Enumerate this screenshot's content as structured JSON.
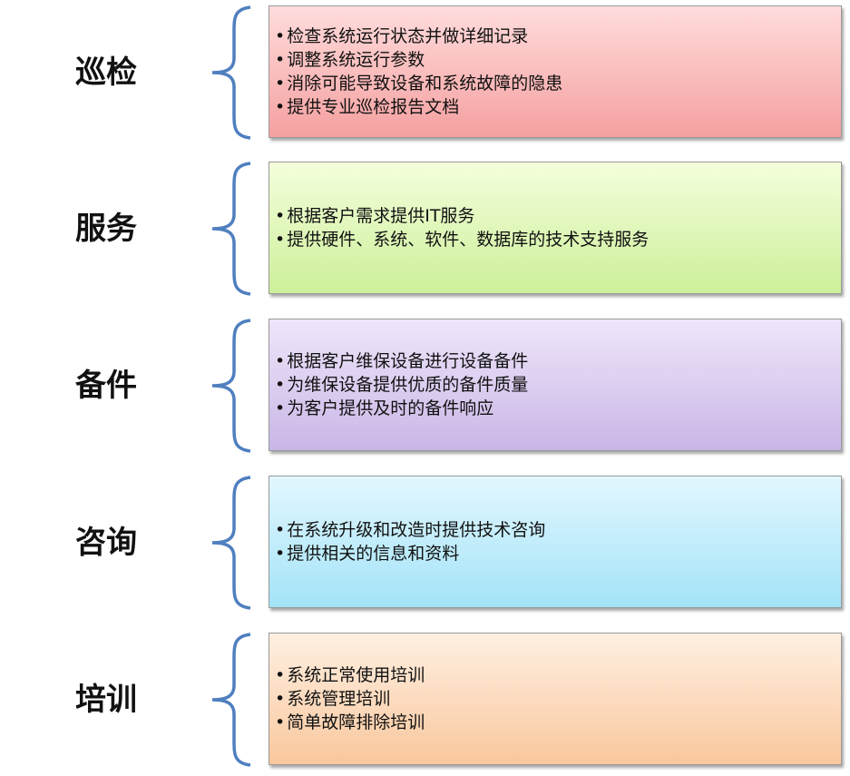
{
  "rows": [
    {
      "label": "巡检",
      "items": [
        "检查系统运行状态并做详细记录",
        "调整系统运行参数",
        "消除可能导致设备和系统故障的隐患",
        "提供专业巡检报告文档"
      ],
      "color_top": "#ffdcdc",
      "color_bottom": "#f5a0a0"
    },
    {
      "label": "服务",
      "items": [
        "根据客户需求提供IT服务",
        "提供硬件、系统、软件、数据库的技术支持服务"
      ],
      "color_top": "#f4ffdc",
      "color_bottom": "#cdef9a"
    },
    {
      "label": "备件",
      "items": [
        "根据客户维保设备进行设备备件",
        "为维保设备提供优质的备件质量",
        "为客户提供及时的备件响应"
      ],
      "color_top": "#efe6fa",
      "color_bottom": "#c9b6e6"
    },
    {
      "label": "咨询",
      "items": [
        "在系统升级和改造时提供技术咨询",
        "提供相关的信息和资料"
      ],
      "color_top": "#e2f7ff",
      "color_bottom": "#a3e3f7"
    },
    {
      "label": "培训",
      "items": [
        "系统正常使用培训",
        "系统管理培训",
        "简单故障排除培训"
      ],
      "color_top": "#fff0e2",
      "color_bottom": "#f9c79d"
    }
  ],
  "brace_color": "#4f7fbf"
}
